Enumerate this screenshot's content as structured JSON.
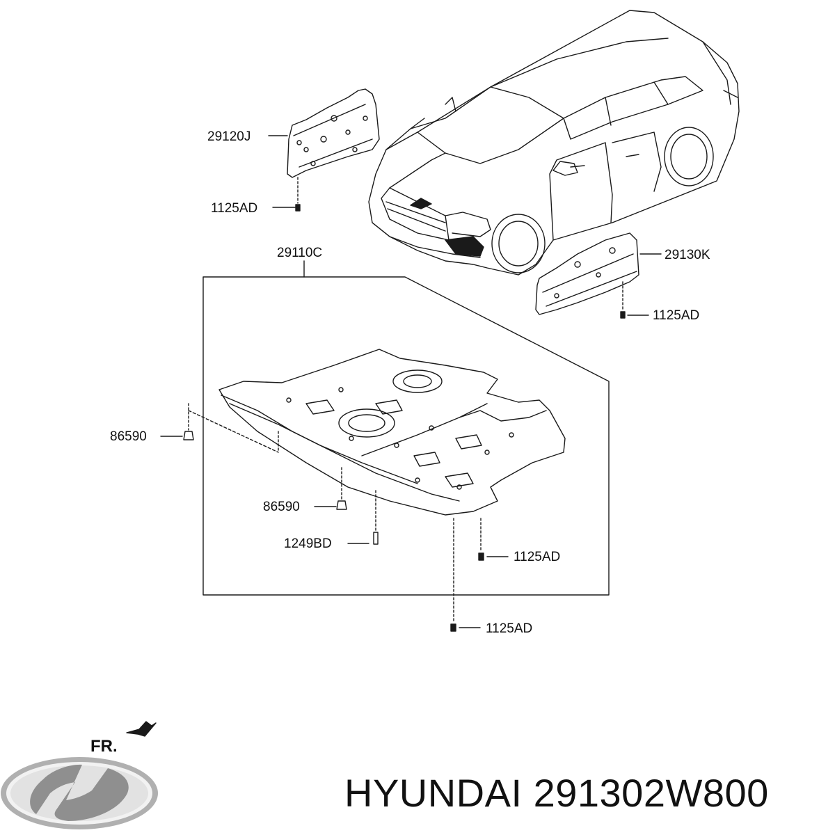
{
  "diagram": {
    "callouts": {
      "p29120j": "29120J",
      "p1125ad_top": "1125AD",
      "p29110c": "29110C",
      "p29130k": "29130K",
      "p1125ad_right": "1125AD",
      "p86590_left": "86590",
      "p86590_mid": "86590",
      "p1249bd": "1249BD",
      "p1125ad_inner": "1125AD",
      "p1125ad_bottom": "1125AD"
    },
    "direction_label": "FR.",
    "brand": "HYUNDAI",
    "part_number": "291302W800",
    "line_color": "#1a1a1a"
  }
}
